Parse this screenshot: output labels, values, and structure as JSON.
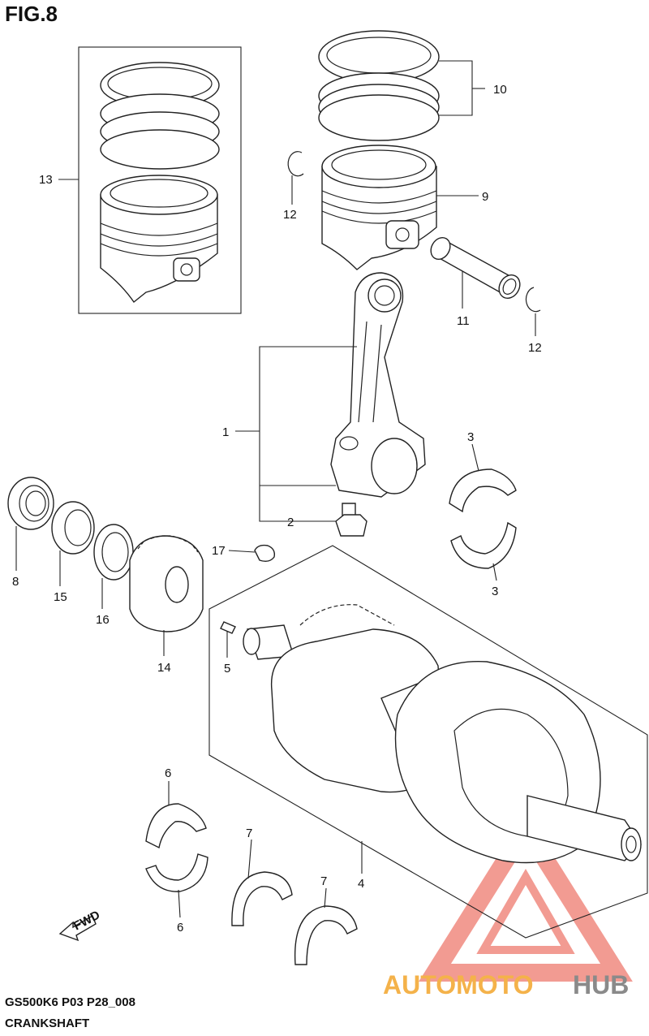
{
  "figure": {
    "title": "FIG.8"
  },
  "footer": {
    "model_code": "GS500K6 P03 P28_008",
    "name": "CRANKSHAFT"
  },
  "fwd_marker": {
    "label": "FWD"
  },
  "watermark": {
    "text_light": "AUTOMOTO",
    "text_dark": "HUB",
    "color_accent": "#f08a80",
    "color_light": "#f4b24a",
    "color_dark": "#8a8a8a"
  },
  "callouts": {
    "c1": "1",
    "c2": "2",
    "c3a": "3",
    "c3b": "3",
    "c4": "4",
    "c5": "5",
    "c6a": "6",
    "c6b": "6",
    "c7a": "7",
    "c7b": "7",
    "c8": "8",
    "c9": "9",
    "c10": "10",
    "c11": "11",
    "c12a": "12",
    "c12b": "12",
    "c13": "13",
    "c14": "14",
    "c15": "15",
    "c16": "16",
    "c17": "17"
  }
}
